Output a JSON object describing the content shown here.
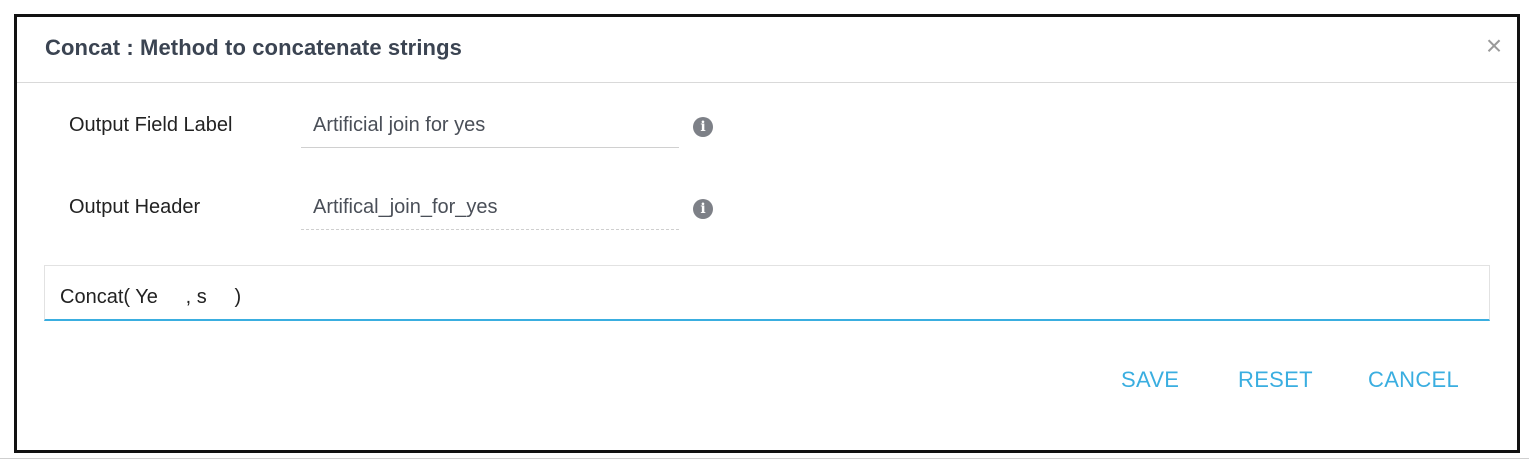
{
  "dialog": {
    "title": "Concat : Method to concatenate strings",
    "close_glyph": "×"
  },
  "fields": [
    {
      "label": "Output Field Label",
      "value": "Artificial join for yes",
      "info_glyph": "i"
    },
    {
      "label": "Output Header",
      "value": "Artifical_join_for_yes",
      "info_glyph": "i"
    }
  ],
  "expression": {
    "text": "Concat( Ye     , s     )"
  },
  "actions": {
    "save": "SAVE",
    "reset": "RESET",
    "cancel": "CANCEL"
  },
  "colors": {
    "accent": "#3aaee0",
    "title": "#3b4452",
    "icon": "#7d8087"
  },
  "icons": {
    "close": "close-icon",
    "info": "info-icon"
  }
}
